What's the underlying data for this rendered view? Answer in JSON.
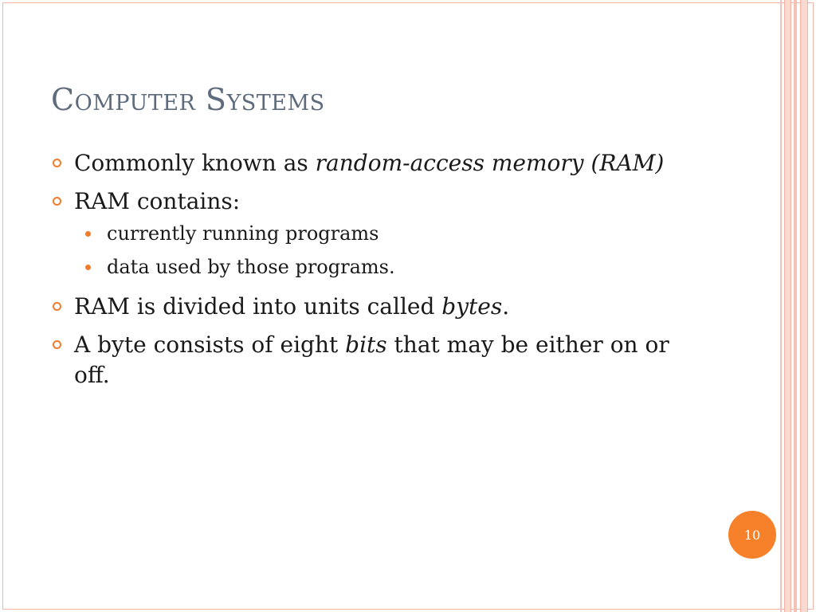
{
  "slide": {
    "title": "Computer Systems",
    "bullets": [
      {
        "parts": [
          "Commonly known as ",
          "random-access memory (RAM)",
          ""
        ]
      },
      {
        "parts": [
          "RAM contains:"
        ]
      },
      {
        "parts": [
          "RAM is divided into units called ",
          "bytes",
          "."
        ]
      },
      {
        "parts": [
          "A byte consists of eight ",
          "bits",
          " that may be either on or off."
        ]
      }
    ],
    "sub_bullets": [
      "currently running programs",
      "data used by those programs."
    ],
    "page_number": "10"
  },
  "colors": {
    "accent": "#f7812a",
    "title": "#5d6b7c",
    "border": "#f4b3a4"
  },
  "icons": {
    "bullet": "hollow-circle-bullet-icon",
    "sub_bullet": "filled-dot-bullet-icon"
  }
}
